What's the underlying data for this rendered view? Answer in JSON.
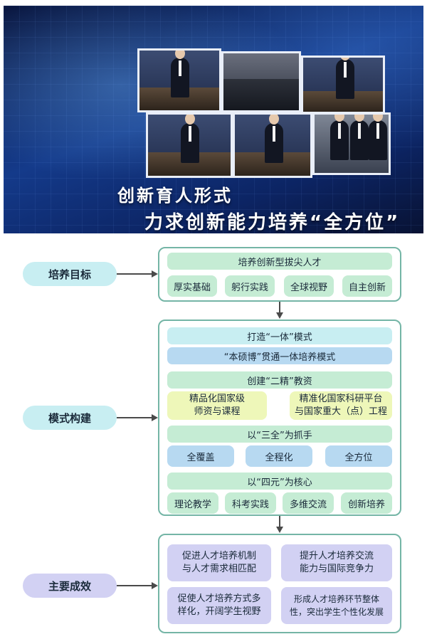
{
  "banner": {
    "title": "创新育人形式",
    "subtitle": "力求创新能力培养“全方位”"
  },
  "labels": {
    "goal": "培养目标",
    "model": "模式构建",
    "results": "主要成效"
  },
  "goal": {
    "header": "培养创新型拔尖人才",
    "items": [
      "厚实基础",
      "躬行实践",
      "全球视野",
      "自主创新"
    ]
  },
  "model": {
    "one": {
      "header": "打造“一体”模式",
      "sub": "“本硕博”贯通一体培养模式"
    },
    "two": {
      "header": "创建“二精”教资",
      "left_line1": "精品化国家级",
      "left_line2": "师资与课程",
      "right_line1": "精准化国家科研平台",
      "right_line2": "与国家重大（点）工程"
    },
    "three": {
      "header": "以“三全”为抓手",
      "items": [
        "全覆盖",
        "全程化",
        "全方位"
      ]
    },
    "four": {
      "header": "以“四元”为核心",
      "items": [
        "理论教学",
        "科考实践",
        "多维交流",
        "创新培养"
      ]
    }
  },
  "results": {
    "items": [
      {
        "line1": "促进人才培养机制",
        "line2": "与人才需求相匹配"
      },
      {
        "line1": "提升人才培养交流",
        "line2": "能力与国际竞争力"
      },
      {
        "line1": "促使人才培养方式多",
        "line2": "样化，开阔学生视野"
      },
      {
        "line1": "形成人才培养环节整体",
        "line2": "性，突出学生个性化发展"
      }
    ]
  },
  "colors": {
    "frame": "#74b5a6",
    "green": "#c5ecd4",
    "cyan": "#c8eef2",
    "blue": "#b7d9f1",
    "yellow": "#eef7b9",
    "lavender": "#d2d1f3"
  }
}
